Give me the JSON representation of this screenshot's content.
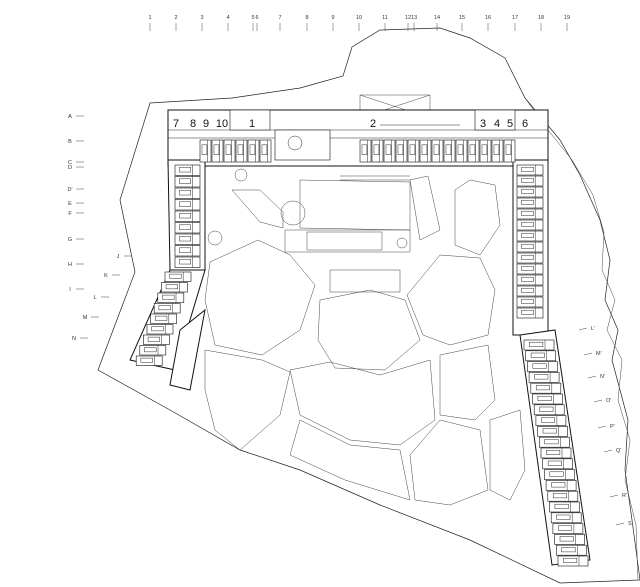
{
  "grid": {
    "columns": [
      "1",
      "2",
      "3",
      "4",
      "5",
      "6",
      "7",
      "8",
      "9",
      "10",
      "11",
      "12",
      "13",
      "14",
      "15",
      "16",
      "17",
      "18",
      "19"
    ],
    "rows": [
      "A",
      "B",
      "C",
      "D",
      "D'",
      "E",
      "F",
      "G",
      "H",
      "I",
      "J",
      "K",
      "L",
      "M",
      "N"
    ],
    "right_rows": [
      "L'",
      "M'",
      "N'",
      "O'",
      "P'",
      "Q'",
      "R'",
      "S'"
    ]
  },
  "zones": [
    "1",
    "2",
    "3",
    "4",
    "5",
    "6",
    "7",
    "8",
    "9",
    "10"
  ],
  "colors": {
    "line": "#222222",
    "background": "#ffffff"
  }
}
